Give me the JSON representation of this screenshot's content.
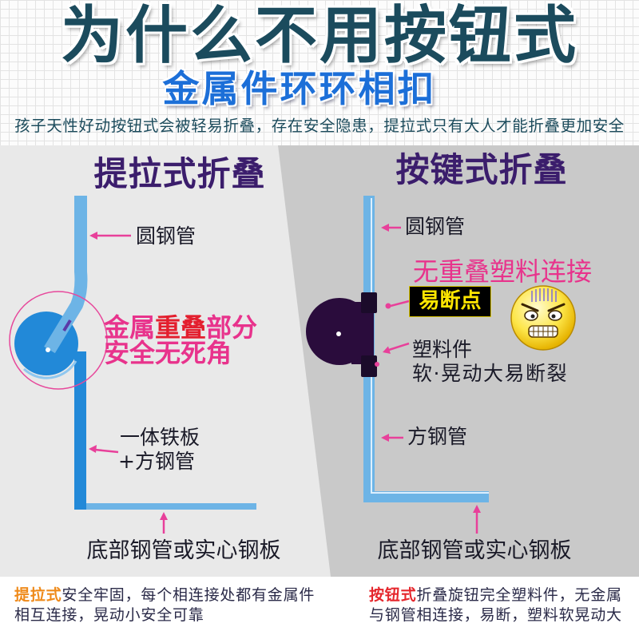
{
  "header": {
    "title": "为什么不用按钮式",
    "subtitle": "金属件环环相扣",
    "description": "孩子天性好动按钮式会被轻易折叠，存在安全隐患，提拉式只有大人才能折叠更加安全"
  },
  "left_panel": {
    "heading": "提拉式折叠",
    "label_round_tube": "圆钢管",
    "highlight": {
      "line1_part1": "金属",
      "line1_part2": "重叠",
      "line1_part3": "部分",
      "line2": "安全无死角"
    },
    "label_plate_line1": "一体铁板",
    "label_plate_line2": "+方钢管",
    "label_bottom": "底部钢管或实心钢板"
  },
  "right_panel": {
    "heading": "按键式折叠",
    "label_round_tube": "圆钢管",
    "warning": "无重叠塑料连接",
    "weak_point_badge": "易断点",
    "label_plastic_line1": "塑料件",
    "label_plastic_line2": "软·晃动大易断裂",
    "label_square_tube": "方钢管",
    "label_bottom": "底部钢管或实心钢板"
  },
  "footer": {
    "left": {
      "keyword": "提拉式",
      "line1": "安全牢固，每个相连接处都有金属件",
      "line2": "相互连接，晃动小安全可靠"
    },
    "right": {
      "keyword": "按钮式",
      "line1": "折叠旋钮完全塑料件，无金属",
      "line2": "与钢管相连接，易断，塑料软晃动大"
    }
  },
  "icons": {
    "stress_face": "angry-face-icon",
    "pointer": "arrow-icon"
  },
  "colors": {
    "title": "#1b4b5d",
    "subtitle": "#1c6fd8",
    "description": "#1c4b5c",
    "heading": "#3b1d6c",
    "label_text": "#1a1a28",
    "highlight_pink": "#e8338c",
    "highlight_red": "#e31f2e",
    "arrow_pink": "#e8409a",
    "pipe_light_blue": "#6db4e6",
    "pipe_blue": "#2289d8",
    "plastic_dark": "#2a0c3c",
    "badge_bg": "#000000",
    "badge_text": "#ffe600",
    "footer_text": "#2a2a48",
    "footer_left_keyword": "#ef8a1a",
    "footer_right_keyword": "#e5262c",
    "left_panel_bg": "#e9e9e9",
    "right_panel_bg": "#c9c9c9"
  }
}
